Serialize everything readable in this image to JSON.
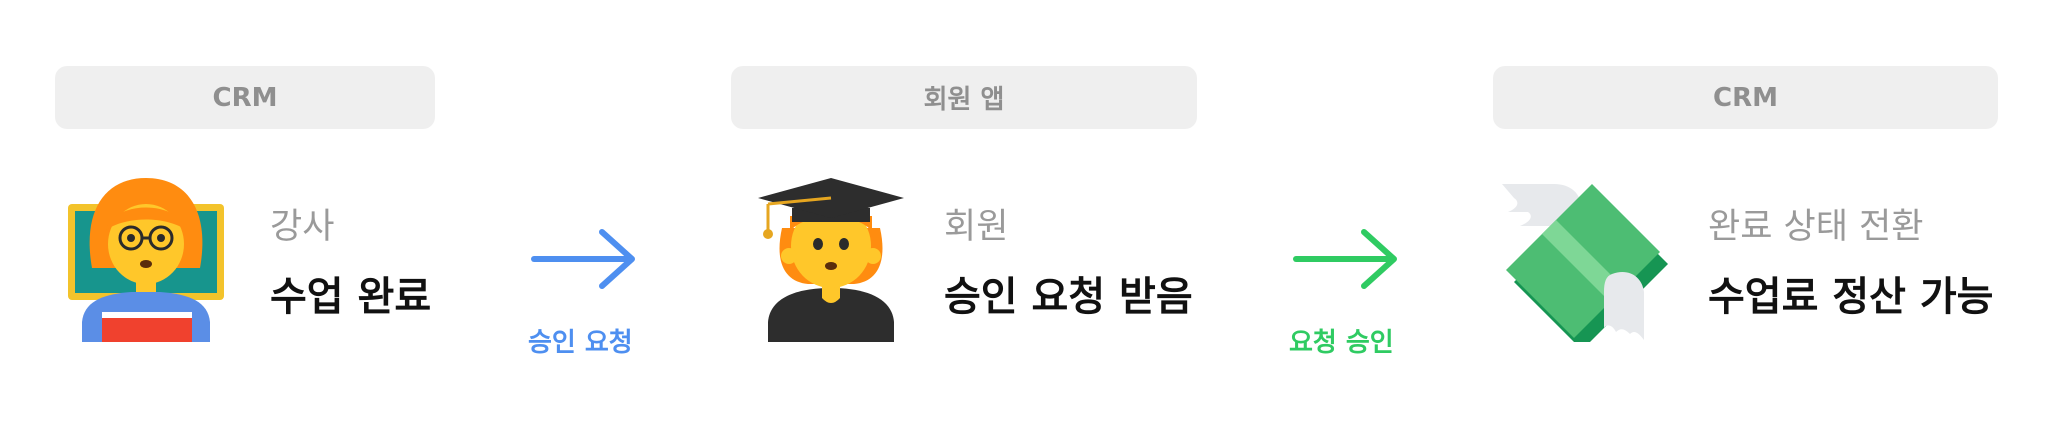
{
  "steps": [
    {
      "app": "CRM",
      "role": "강사",
      "action": "수업 완료",
      "icon": "teacher-icon"
    },
    {
      "app": "회원 앱",
      "role": "회원",
      "action": "승인 요청 받음",
      "icon": "graduate-icon"
    },
    {
      "app": "CRM",
      "role": "완료 상태 전환",
      "action": "수업료 정산 가능",
      "icon": "flying-money-icon"
    }
  ],
  "arrows": [
    {
      "label": "승인 요청",
      "color": "#4e8ff0"
    },
    {
      "label": "요청 승인",
      "color": "#2fcb62"
    }
  ],
  "colors": {
    "pill_bg": "#efefef",
    "pill_text": "#8f8f8f",
    "role_text": "#9a9a9a",
    "action_text": "#111111"
  }
}
